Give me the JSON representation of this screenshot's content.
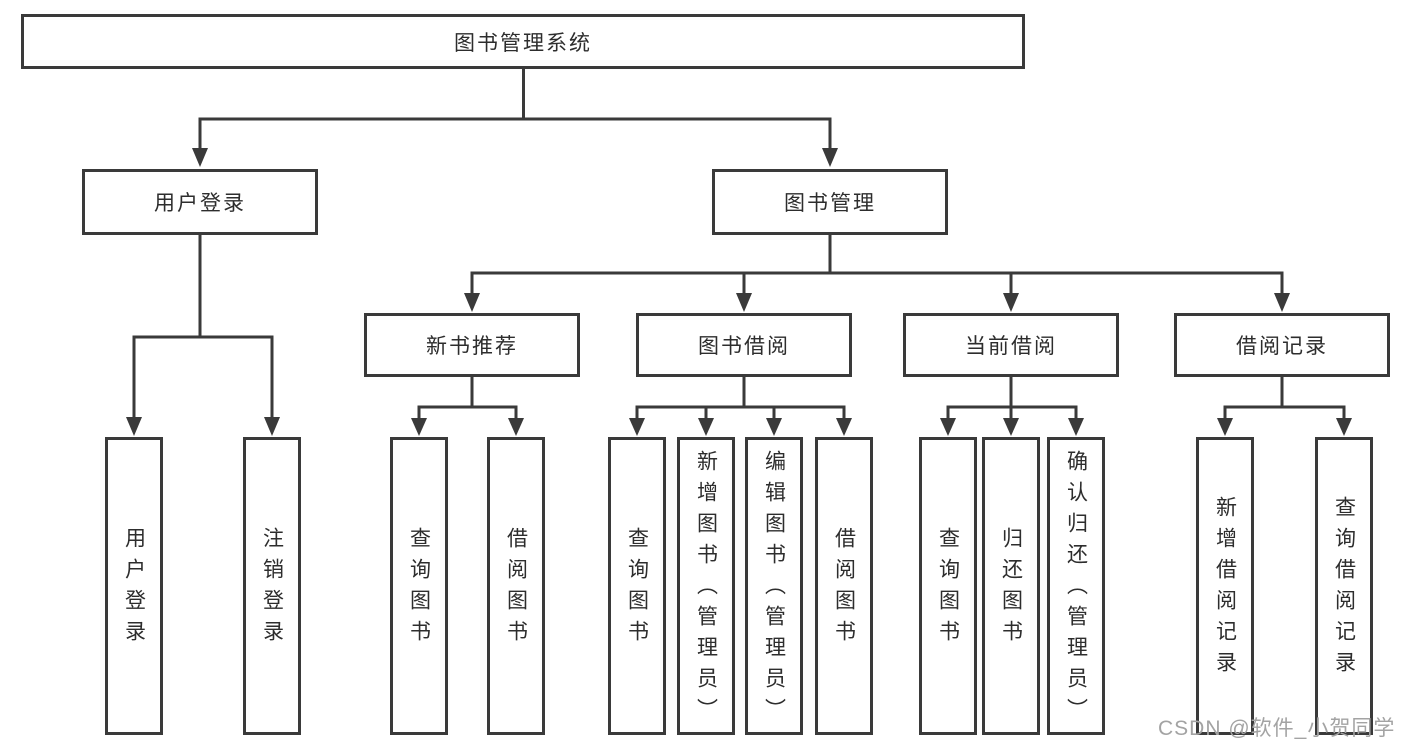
{
  "diagram": {
    "title": "图书管理系统",
    "root": {
      "label": "图书管理系统"
    },
    "level2": [
      {
        "label": "用户登录",
        "parent": "图书管理系统"
      },
      {
        "label": "图书管理",
        "parent": "图书管理系统"
      }
    ],
    "level3": [
      {
        "label": "新书推荐",
        "parent": "图书管理"
      },
      {
        "label": "图书借阅",
        "parent": "图书管理"
      },
      {
        "label": "当前借阅",
        "parent": "图书管理"
      },
      {
        "label": "借阅记录",
        "parent": "图书管理"
      }
    ],
    "level4": [
      {
        "label": "用户登录",
        "parent": "用户登录"
      },
      {
        "label": "注销登录",
        "parent": "用户登录"
      },
      {
        "label": "查询图书",
        "parent": "新书推荐"
      },
      {
        "label": "借阅图书",
        "parent": "新书推荐"
      },
      {
        "label": "查询图书",
        "parent": "图书借阅"
      },
      {
        "label": "新增图书（管理员）",
        "parent": "图书借阅"
      },
      {
        "label": "编辑图书（管理员）",
        "parent": "图书借阅"
      },
      {
        "label": "借阅图书",
        "parent": "图书借阅"
      },
      {
        "label": "查询图书",
        "parent": "当前借阅"
      },
      {
        "label": "归还图书",
        "parent": "当前借阅"
      },
      {
        "label": "确认归还（管理员）",
        "parent": "当前借阅"
      },
      {
        "label": "新增借阅记录",
        "parent": "借阅记录"
      },
      {
        "label": "查询借阅记录",
        "parent": "借阅记录"
      }
    ]
  },
  "watermark": {
    "text": "CSDN @软件_小贺同学"
  },
  "colors": {
    "line": "#3a3a3a",
    "box_border": "#3a3a3a",
    "box_fill": "#ffffff",
    "text": "#2d2d2d",
    "watermark": "#a3a3a3",
    "background": "#ffffff"
  }
}
